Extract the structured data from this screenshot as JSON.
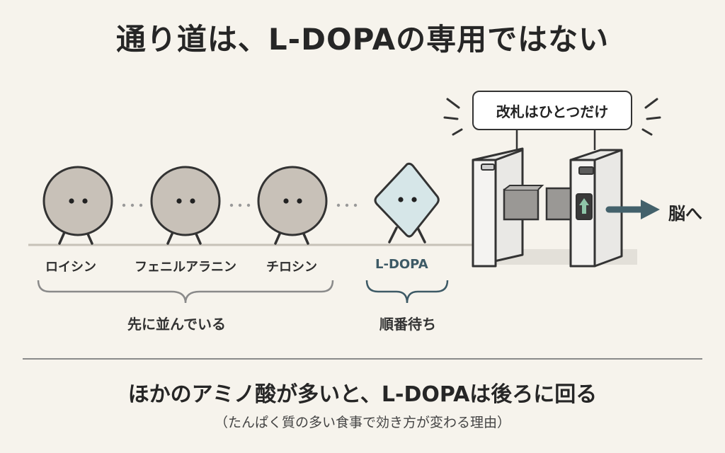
{
  "title": "通り道は、L-DOPAの専用ではない",
  "gate_bubble": "改札はひとつだけ",
  "destination": "脳へ",
  "molecules": [
    {
      "label": "ロイシン",
      "shape": "circle"
    },
    {
      "label": "フェニルアラニン",
      "shape": "circle"
    },
    {
      "label": "チロシン",
      "shape": "circle"
    },
    {
      "label": "L-DOPA",
      "shape": "diamond"
    }
  ],
  "groups": {
    "ahead": "先に並んでいる",
    "waiting": "順番待ち"
  },
  "bottom": {
    "headline": "ほかのアミノ酸が多いと、L-DOPAは後ろに回る",
    "subtitle": "（たんぱく質の多い食事で効き方が変わる理由）"
  },
  "colors": {
    "background": "#f6f3ec",
    "amino_fill": "#c8c1b8",
    "ldopa_fill": "#d6e6e8",
    "ldopa_accent": "#3d5a66",
    "arrow": "#43616b",
    "indicator": "#8fc6a9"
  },
  "icons": [
    "burst-lines-icon",
    "up-arrow-icon",
    "right-arrow-icon"
  ]
}
